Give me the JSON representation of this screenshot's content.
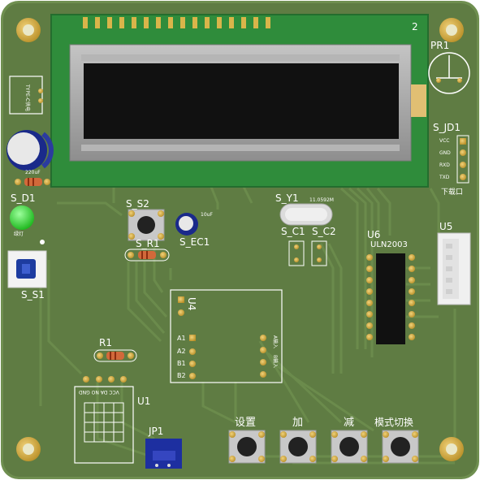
{
  "colors": {
    "board": "#5f7c43",
    "board_edge": "#6e8c4f",
    "pad": "#c9a53a",
    "silk": "#ffffff",
    "lcd_pcb": "#2e8b3a",
    "lcd_frame": "#a9a9a9",
    "lcd_screen": "#111111",
    "led": "#2fd62f",
    "dip_switch": "#1e3a9e",
    "jumper": "#1d2fa0",
    "ic_body": "#111111"
  },
  "labels": {
    "lcd_pin_2": "2",
    "pr1": "PR1",
    "s_jd1": "S_JD1",
    "jd_vcc": "VCC",
    "jd_gnd": "GND",
    "jd_rxd": "RXD",
    "jd_txd": "TXD",
    "jd_download": "下载口",
    "s_d1": "S_D1",
    "led_text": "绿灯",
    "s_s1": "S_S1",
    "s_s2": "S_S2",
    "s_r1": "S_R1",
    "s_ec1": "S_EC1",
    "ec1_value": "10uF",
    "s_y1": "S_Y1",
    "y1_value": "11.0592M",
    "s_c1": "S_C1",
    "s_c2": "S_C2",
    "u6": "U6",
    "uln2003": "ULN2003",
    "u5": "U5",
    "u4": "U4",
    "u4_a1": "A1",
    "u4_a2": "A2",
    "u4_b1": "B1",
    "u4_b2": "B2",
    "u4_b_in": "B输入",
    "u4_a_in": "A输入",
    "r1": "R1",
    "u1": "U1",
    "u1_pins": "VCC DA NO GND",
    "jp1": "JP1",
    "left_r_value": "220uF",
    "typec_label": "TYPE-C供电",
    "btn_setup": "设置",
    "btn_add": "加",
    "btn_sub": "减",
    "btn_mode": "模式切换"
  }
}
